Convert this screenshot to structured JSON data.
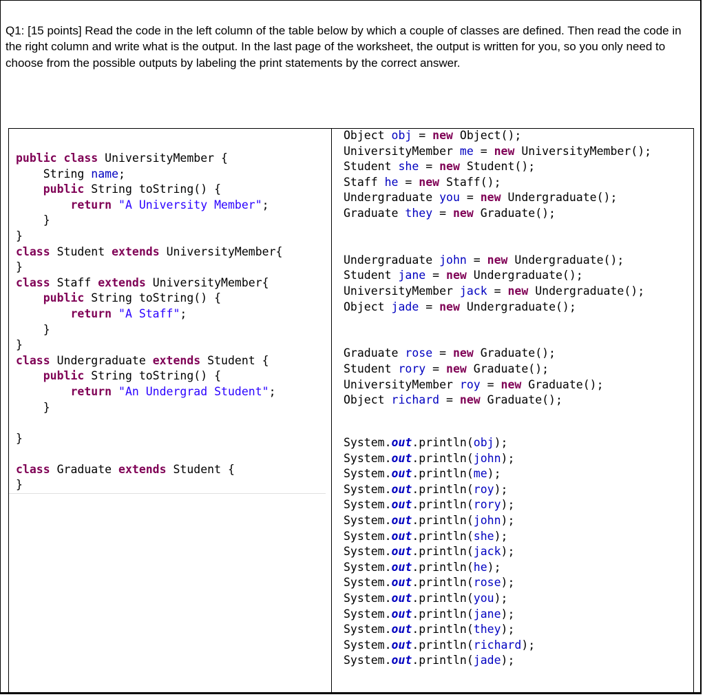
{
  "question": {
    "text": "Q1: [15 points] Read the code in the left column of the table below by which a couple of classes are defined. Then read the code in the right column and write what is the output. In the last page of the worksheet, the output is written for you, so you only need to choose from the possible outputs by labeling the print statements by the correct answer."
  },
  "colors": {
    "keyword": "#7f0055",
    "variable": "#0000c0",
    "string": "#2a00ff"
  },
  "left_column": {
    "lines": [
      [
        [
          "k",
          "public class "
        ],
        [
          "p",
          "UniversityMember {"
        ]
      ],
      [
        [
          "p",
          "    String "
        ],
        [
          "v",
          "name"
        ],
        [
          "p",
          ";"
        ]
      ],
      [
        [
          "k",
          "    public "
        ],
        [
          "p",
          "String toString() {"
        ]
      ],
      [
        [
          "k",
          "        return "
        ],
        [
          "s",
          "\"A University Member\""
        ],
        [
          "p",
          ";"
        ]
      ],
      [
        [
          "p",
          "    }"
        ]
      ],
      [
        [
          "p",
          "}"
        ]
      ],
      [
        [
          "k",
          "class "
        ],
        [
          "p",
          "Student "
        ],
        [
          "k",
          "extends "
        ],
        [
          "p",
          "UniversityMember{"
        ]
      ],
      [
        [
          "p",
          "}"
        ]
      ],
      [
        [
          "k",
          "class "
        ],
        [
          "p",
          "Staff "
        ],
        [
          "k",
          "extends "
        ],
        [
          "p",
          "UniversityMember{"
        ]
      ],
      [
        [
          "k",
          "    public "
        ],
        [
          "p",
          "String toString() {"
        ]
      ],
      [
        [
          "k",
          "        return "
        ],
        [
          "s",
          "\"A Staff\""
        ],
        [
          "p",
          ";"
        ]
      ],
      [
        [
          "p",
          "    }"
        ]
      ],
      [
        [
          "p",
          "}"
        ]
      ],
      [
        [
          "k",
          "class "
        ],
        [
          "p",
          "Undergraduate "
        ],
        [
          "k",
          "extends "
        ],
        [
          "p",
          "Student {"
        ]
      ],
      [
        [
          "k",
          "    public "
        ],
        [
          "p",
          "String toString() {"
        ]
      ],
      [
        [
          "k",
          "        return "
        ],
        [
          "s",
          "\"An Undergrad Student\""
        ],
        [
          "p",
          ";"
        ]
      ],
      [
        [
          "p",
          "    }"
        ]
      ],
      [
        [
          "p",
          ""
        ]
      ],
      [
        [
          "p",
          "}"
        ]
      ],
      [
        [
          "p",
          ""
        ]
      ],
      [
        [
          "k",
          "class "
        ],
        [
          "p",
          "Graduate "
        ],
        [
          "k",
          "extends "
        ],
        [
          "p",
          "Student {"
        ]
      ],
      [
        [
          "p",
          "}"
        ]
      ]
    ]
  },
  "right_column": {
    "setup_lines": [
      [
        [
          "p",
          "Object "
        ],
        [
          "v",
          "obj"
        ],
        [
          "p",
          " = "
        ],
        [
          "k",
          "new "
        ],
        [
          "p",
          "Object();"
        ]
      ],
      [
        [
          "p",
          "UniversityMember "
        ],
        [
          "v",
          "me"
        ],
        [
          "p",
          " = "
        ],
        [
          "k",
          "new "
        ],
        [
          "p",
          "UniversityMember();"
        ]
      ],
      [
        [
          "p",
          "Student "
        ],
        [
          "v",
          "she"
        ],
        [
          "p",
          " = "
        ],
        [
          "k",
          "new "
        ],
        [
          "p",
          "Student();"
        ]
      ],
      [
        [
          "p",
          "Staff "
        ],
        [
          "v",
          "he"
        ],
        [
          "p",
          " = "
        ],
        [
          "k",
          "new "
        ],
        [
          "p",
          "Staff();"
        ]
      ],
      [
        [
          "p",
          "Undergraduate "
        ],
        [
          "v",
          "you"
        ],
        [
          "p",
          " = "
        ],
        [
          "k",
          "new "
        ],
        [
          "p",
          "Undergraduate();"
        ]
      ],
      [
        [
          "p",
          "Graduate "
        ],
        [
          "v",
          "they"
        ],
        [
          "p",
          " = "
        ],
        [
          "k",
          "new "
        ],
        [
          "p",
          "Graduate();"
        ]
      ],
      [
        [
          "p",
          ""
        ]
      ],
      [
        [
          "p",
          ""
        ]
      ],
      [
        [
          "p",
          "Undergraduate "
        ],
        [
          "v",
          "john"
        ],
        [
          "p",
          " = "
        ],
        [
          "k",
          "new "
        ],
        [
          "p",
          "Undergraduate();"
        ]
      ],
      [
        [
          "p",
          "Student "
        ],
        [
          "v",
          "jane"
        ],
        [
          "p",
          " = "
        ],
        [
          "k",
          "new "
        ],
        [
          "p",
          "Undergraduate();"
        ]
      ],
      [
        [
          "p",
          "UniversityMember "
        ],
        [
          "v",
          "jack"
        ],
        [
          "p",
          " = "
        ],
        [
          "k",
          "new "
        ],
        [
          "p",
          "Undergraduate();"
        ]
      ],
      [
        [
          "p",
          "Object "
        ],
        [
          "v",
          "jade"
        ],
        [
          "p",
          " = "
        ],
        [
          "k",
          "new "
        ],
        [
          "p",
          "Undergraduate();"
        ]
      ],
      [
        [
          "p",
          ""
        ]
      ],
      [
        [
          "p",
          ""
        ]
      ],
      [
        [
          "p",
          "Graduate "
        ],
        [
          "v",
          "rose"
        ],
        [
          "p",
          " = "
        ],
        [
          "k",
          "new "
        ],
        [
          "p",
          "Graduate();"
        ]
      ],
      [
        [
          "p",
          "Student "
        ],
        [
          "v",
          "rory"
        ],
        [
          "p",
          " = "
        ],
        [
          "k",
          "new "
        ],
        [
          "p",
          "Graduate();"
        ]
      ],
      [
        [
          "p",
          "UniversityMember "
        ],
        [
          "v",
          "roy"
        ],
        [
          "p",
          " = "
        ],
        [
          "k",
          "new "
        ],
        [
          "p",
          "Graduate();"
        ]
      ],
      [
        [
          "p",
          "Object "
        ],
        [
          "v",
          "richard"
        ],
        [
          "p",
          " = "
        ],
        [
          "k",
          "new "
        ],
        [
          "p",
          "Graduate();"
        ]
      ]
    ],
    "print_lines": [
      [
        [
          "p",
          "System."
        ],
        [
          "o",
          "out"
        ],
        [
          "p",
          ".println("
        ],
        [
          "v",
          "obj"
        ],
        [
          "p",
          ");"
        ]
      ],
      [
        [
          "p",
          "System."
        ],
        [
          "o",
          "out"
        ],
        [
          "p",
          ".println("
        ],
        [
          "v",
          "john"
        ],
        [
          "p",
          ");"
        ]
      ],
      [
        [
          "p",
          "System."
        ],
        [
          "o",
          "out"
        ],
        [
          "p",
          ".println("
        ],
        [
          "v",
          "me"
        ],
        [
          "p",
          ");"
        ]
      ],
      [
        [
          "p",
          "System."
        ],
        [
          "o",
          "out"
        ],
        [
          "p",
          ".println("
        ],
        [
          "v",
          "roy"
        ],
        [
          "p",
          ");"
        ]
      ],
      [
        [
          "p",
          "System."
        ],
        [
          "o",
          "out"
        ],
        [
          "p",
          ".println("
        ],
        [
          "v",
          "rory"
        ],
        [
          "p",
          ");"
        ]
      ],
      [
        [
          "p",
          "System."
        ],
        [
          "o",
          "out"
        ],
        [
          "p",
          ".println("
        ],
        [
          "v",
          "john"
        ],
        [
          "p",
          ");"
        ]
      ],
      [
        [
          "p",
          "System."
        ],
        [
          "o",
          "out"
        ],
        [
          "p",
          ".println("
        ],
        [
          "v",
          "she"
        ],
        [
          "p",
          ");"
        ]
      ],
      [
        [
          "p",
          "System."
        ],
        [
          "o",
          "out"
        ],
        [
          "p",
          ".println("
        ],
        [
          "v",
          "jack"
        ],
        [
          "p",
          ");"
        ]
      ],
      [
        [
          "p",
          "System."
        ],
        [
          "o",
          "out"
        ],
        [
          "p",
          ".println("
        ],
        [
          "v",
          "he"
        ],
        [
          "p",
          ");"
        ]
      ],
      [
        [
          "p",
          "System."
        ],
        [
          "o",
          "out"
        ],
        [
          "p",
          ".println("
        ],
        [
          "v",
          "rose"
        ],
        [
          "p",
          ");"
        ]
      ],
      [
        [
          "p",
          "System."
        ],
        [
          "o",
          "out"
        ],
        [
          "p",
          ".println("
        ],
        [
          "v",
          "you"
        ],
        [
          "p",
          ");"
        ]
      ],
      [
        [
          "p",
          "System."
        ],
        [
          "o",
          "out"
        ],
        [
          "p",
          ".println("
        ],
        [
          "v",
          "jane"
        ],
        [
          "p",
          ");"
        ]
      ],
      [
        [
          "p",
          "System."
        ],
        [
          "o",
          "out"
        ],
        [
          "p",
          ".println("
        ],
        [
          "v",
          "they"
        ],
        [
          "p",
          ");"
        ]
      ],
      [
        [
          "p",
          "System."
        ],
        [
          "o",
          "out"
        ],
        [
          "p",
          ".println("
        ],
        [
          "v",
          "richard"
        ],
        [
          "p",
          ");"
        ]
      ],
      [
        [
          "p",
          "System."
        ],
        [
          "o",
          "out"
        ],
        [
          "p",
          ".println("
        ],
        [
          "v",
          "jade"
        ],
        [
          "p",
          ");"
        ]
      ]
    ]
  }
}
